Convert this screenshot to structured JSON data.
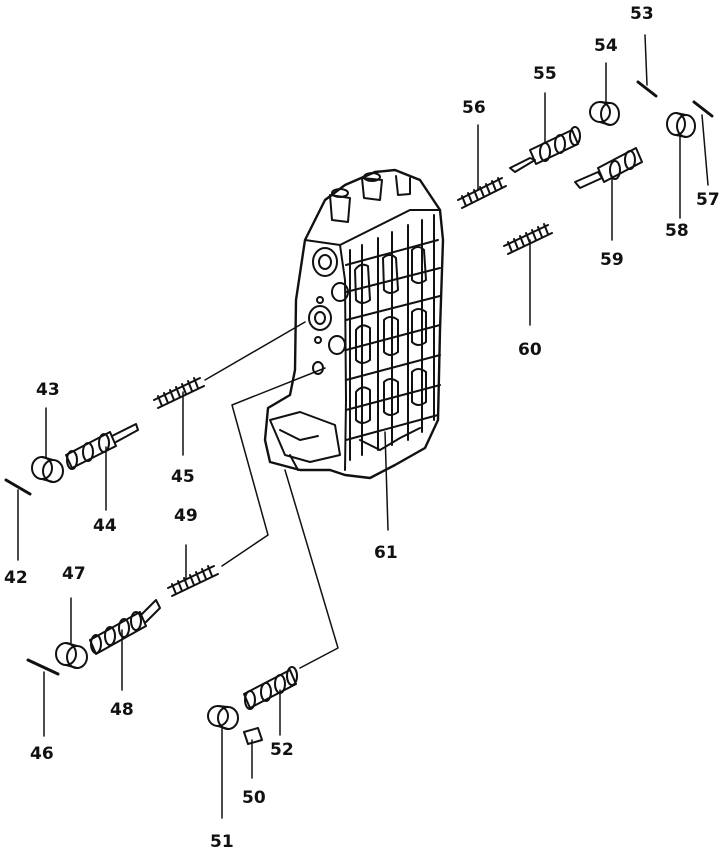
{
  "labels": {
    "p42": "42",
    "p43": "43",
    "p44": "44",
    "p45": "45",
    "p46": "46",
    "p47": "47",
    "p48": "48",
    "p49": "49",
    "p50": "50",
    "p51": "51",
    "p52": "52",
    "p53": "53",
    "p54": "54",
    "p55": "55",
    "p56": "56",
    "p57": "57",
    "p58": "58",
    "p59": "59",
    "p60": "60",
    "p61": "61"
  }
}
